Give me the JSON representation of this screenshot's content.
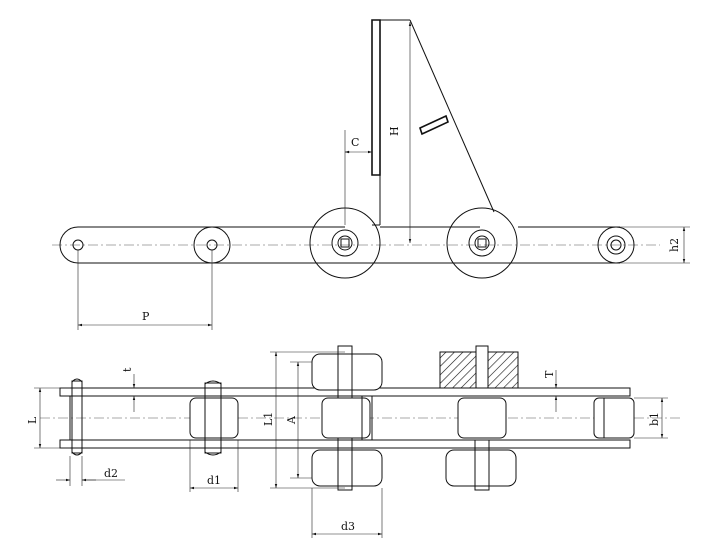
{
  "diagram": {
    "labels": {
      "H": "H",
      "C": "C",
      "P": "P",
      "h2": "h2",
      "t": "t",
      "T": "T",
      "L": "L",
      "L1": "L1",
      "A": "A",
      "b1": "b1",
      "d1": "d1",
      "d2": "d2",
      "d3": "d3"
    }
  }
}
